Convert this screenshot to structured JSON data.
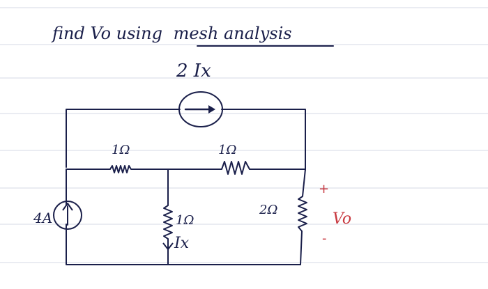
{
  "problem": {
    "title_prefix": "find Vo using",
    "title_underlined": "mesh analysis"
  },
  "circuit": {
    "dependent_source_label": "2 Ix",
    "current_source_label": "4A",
    "resistors": {
      "top_left": "1Ω",
      "top_right": "1Ω",
      "middle": "1Ω",
      "right": "2Ω"
    },
    "controlling_current_label": "Ix",
    "output": {
      "label": "Vo",
      "plus": "+",
      "minus": "-"
    }
  },
  "colors": {
    "ink": "#1a1f4a",
    "output_ink": "#c8383f",
    "ruled_line": "#d6dae6",
    "margin_line": "#e8eaf1"
  }
}
